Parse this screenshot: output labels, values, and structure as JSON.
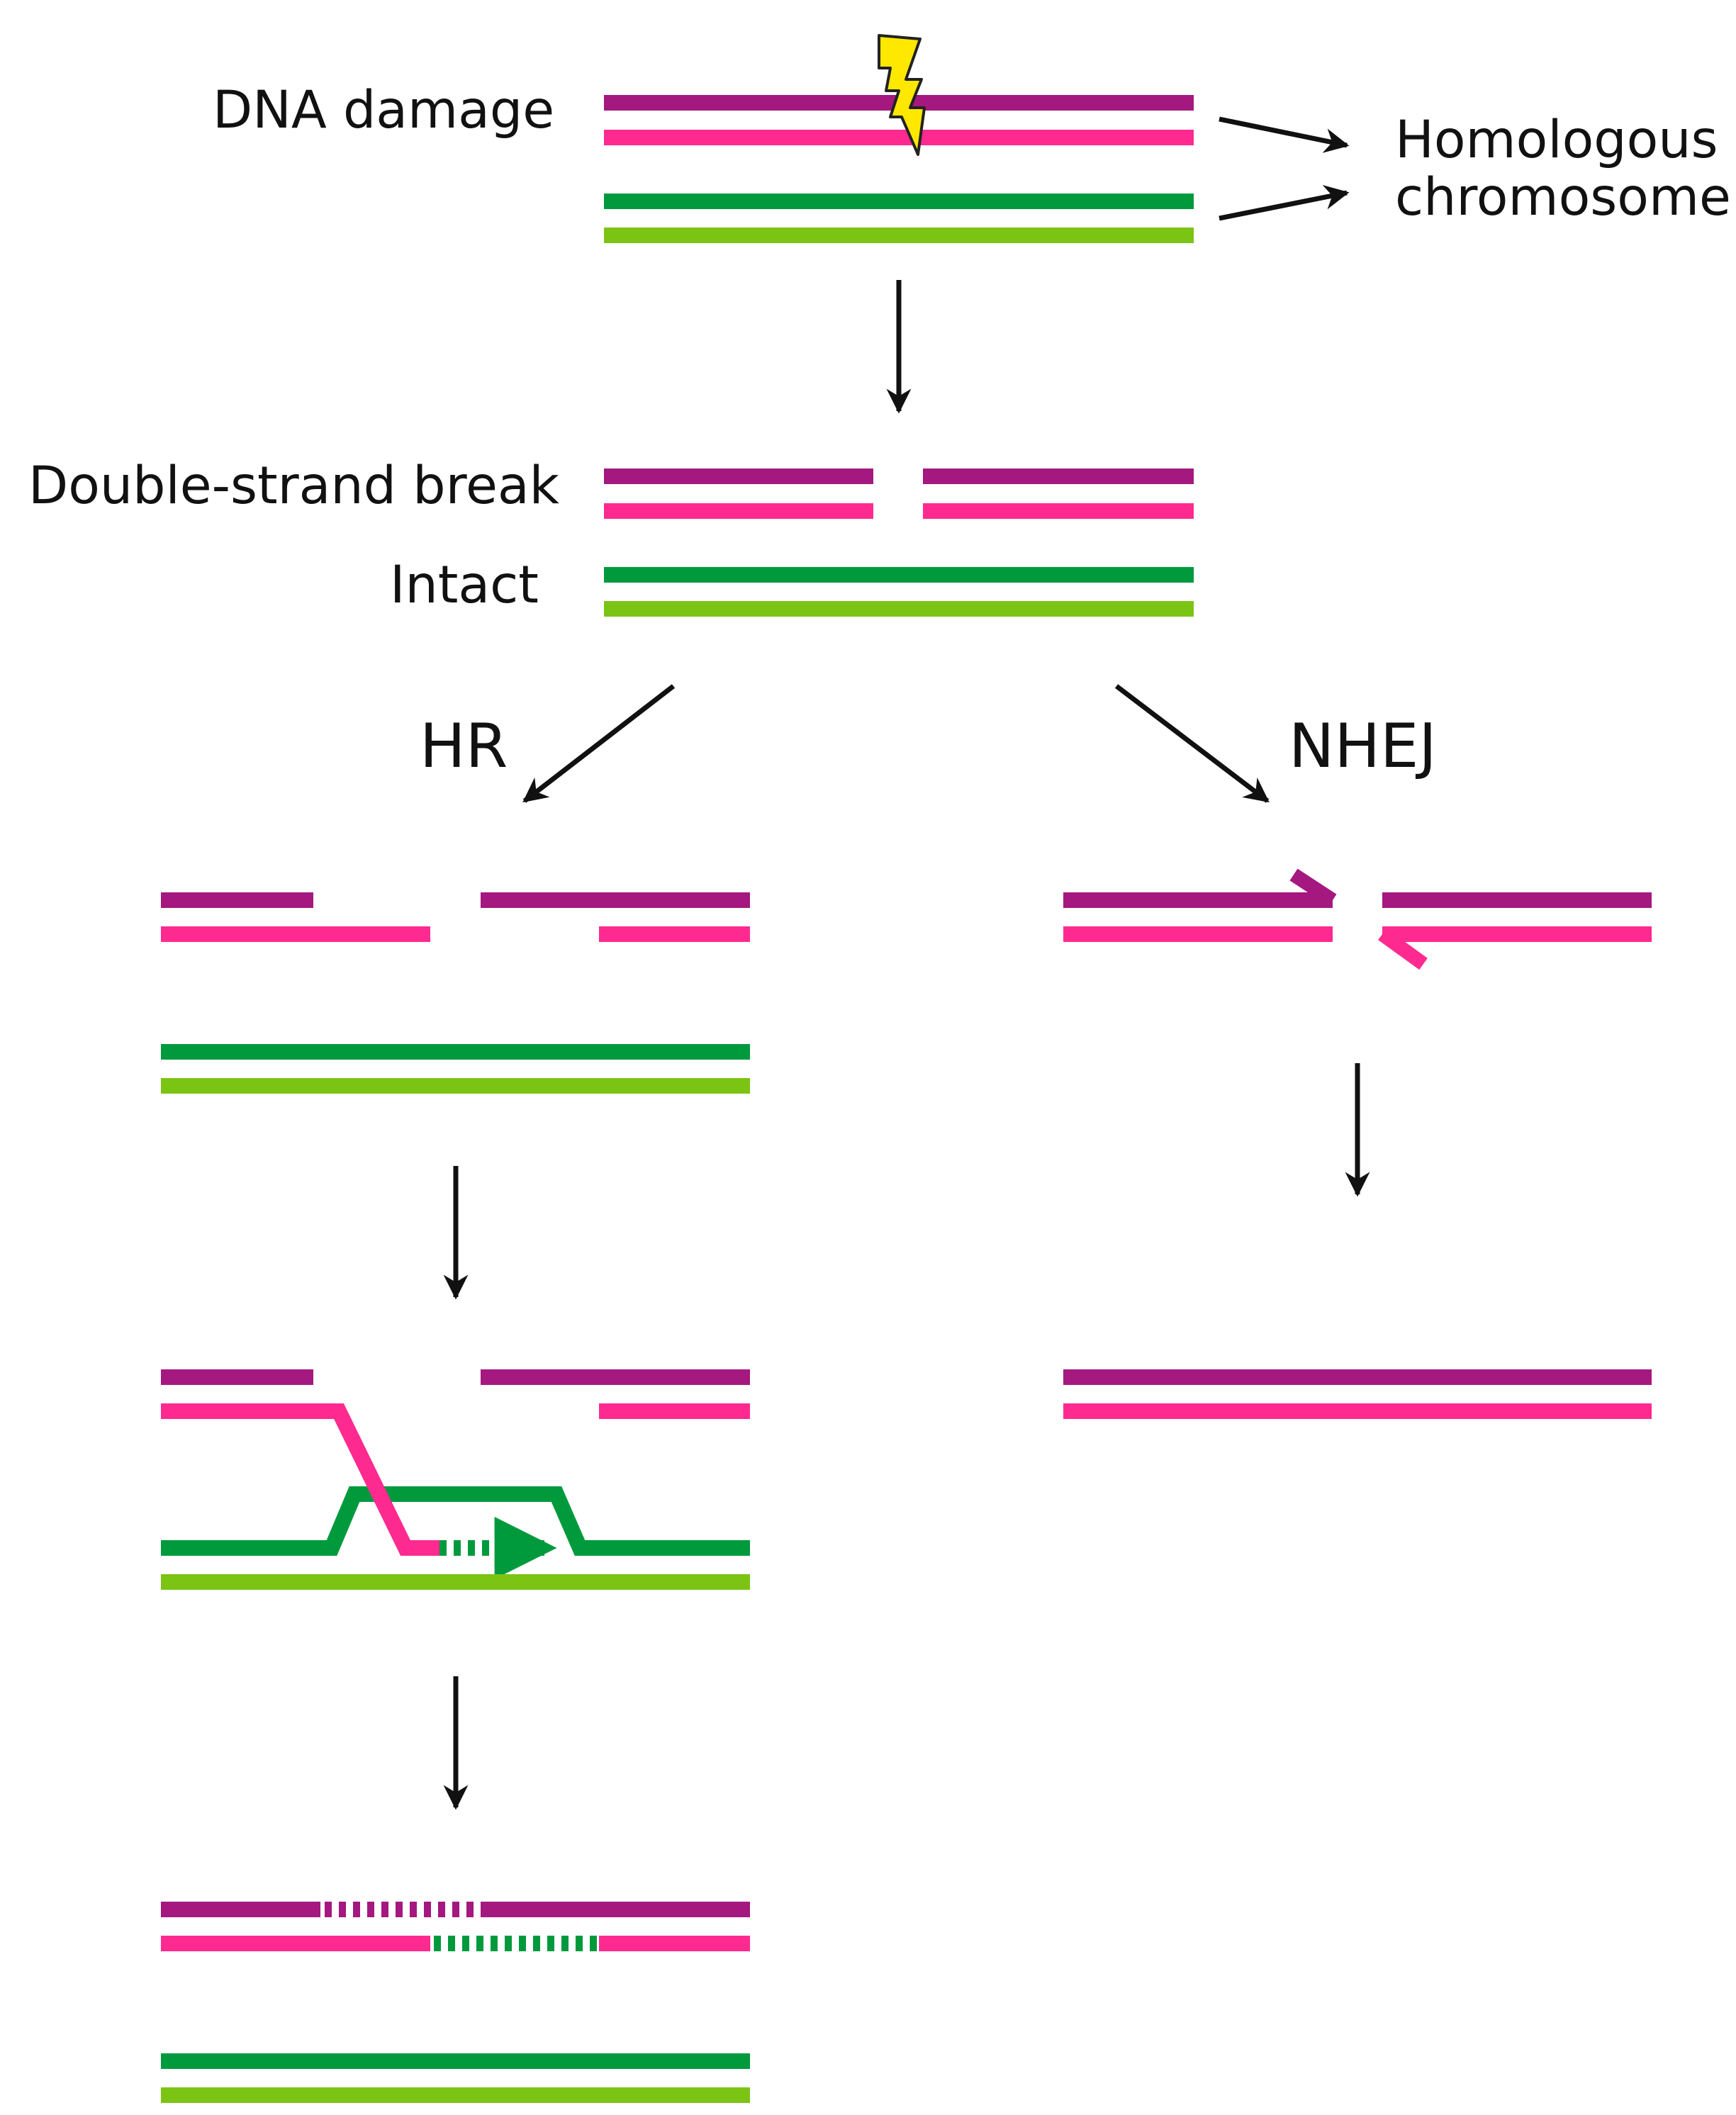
{
  "labels": {
    "dna_damage": "DNA damage",
    "homologous_line1": "Homologous",
    "homologous_line2": "chromosome",
    "double_strand_break": "Double-strand break",
    "intact": "Intact",
    "hr": "HR",
    "nhej": "NHEJ"
  },
  "colors": {
    "dark_magenta": "#A4187F",
    "pink": "#FF2A90",
    "dark_green": "#009A3D",
    "light_green": "#7CC414",
    "arrow": "#111111",
    "lightning_fill": "#FFE800",
    "lightning_stroke": "#222222"
  },
  "icons": {
    "damage": "lightning-bolt-icon"
  }
}
